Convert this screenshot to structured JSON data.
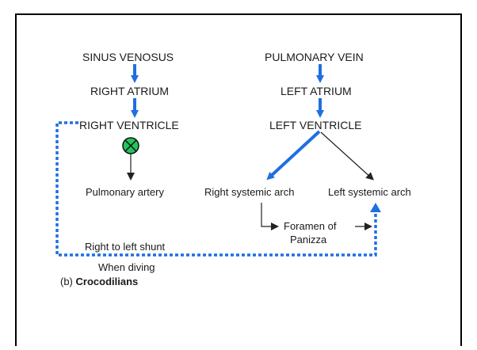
{
  "diagram": {
    "left_chain": {
      "node1": "SINUS VENOSUS",
      "node2": "RIGHT ATRIUM",
      "node3": "RIGHT VENTRICLE",
      "node4": "Pulmonary artery"
    },
    "right_chain": {
      "node1": "PULMONARY VEIN",
      "node2": "LEFT ATRIUM",
      "node3": "LEFT VENTRICLE",
      "branch_right_systemic": "Right systemic arch",
      "branch_left_systemic": "Left systemic arch"
    },
    "foramen_line1": "Foramen of",
    "foramen_line2": "Panizza",
    "shunt_label": "Right to left shunt",
    "shunt_sublabel": "When diving",
    "caption_prefix": "(b)",
    "caption_title": "Crocodilians",
    "colors": {
      "blue_arrow": "#1f6fe0",
      "valve_fill": "#22c55e",
      "line": "#333333"
    }
  }
}
